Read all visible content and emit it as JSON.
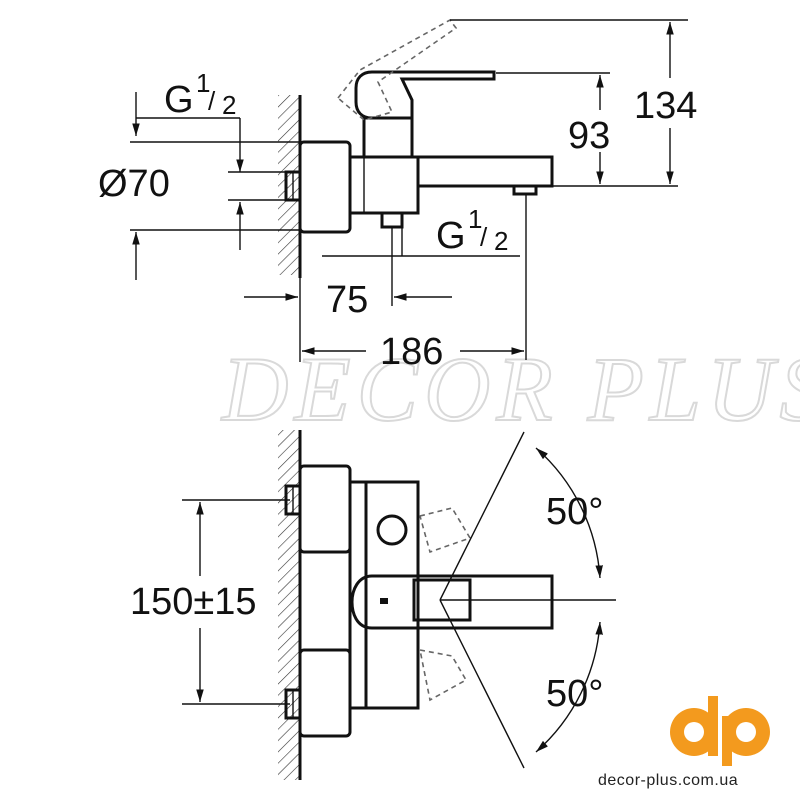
{
  "dimensions": {
    "thread_top": "G",
    "thread_top_num": "1",
    "thread_top_den": "2",
    "diameter": "Ø70",
    "thread_bottom": "G",
    "thread_bottom_num": "1",
    "thread_bottom_den": "2",
    "d75": "75",
    "d186": "186",
    "d93": "93",
    "d134": "134",
    "d150": "150±15",
    "angle_top": "50°",
    "angle_bottom": "50°"
  },
  "watermark": "DECOR PLUS",
  "brand": {
    "logo_text": "dp",
    "url": "decor-plus.com.ua",
    "logo_color": "#f39a1e"
  }
}
